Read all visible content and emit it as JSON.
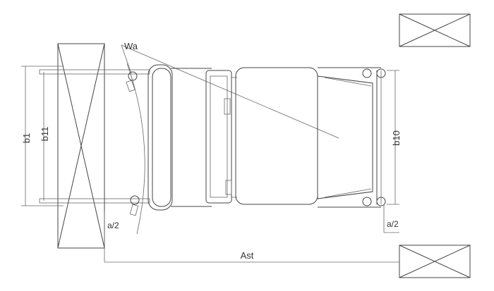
{
  "diagram": {
    "labels": {
      "wa": "Wa",
      "b1": "b1",
      "b11": "b11",
      "b10": "b10",
      "a2_left": "a/2",
      "a2_right": "a/2",
      "ast": "Ast"
    },
    "colors": {
      "line": "#444444",
      "background": "#ffffff"
    }
  }
}
